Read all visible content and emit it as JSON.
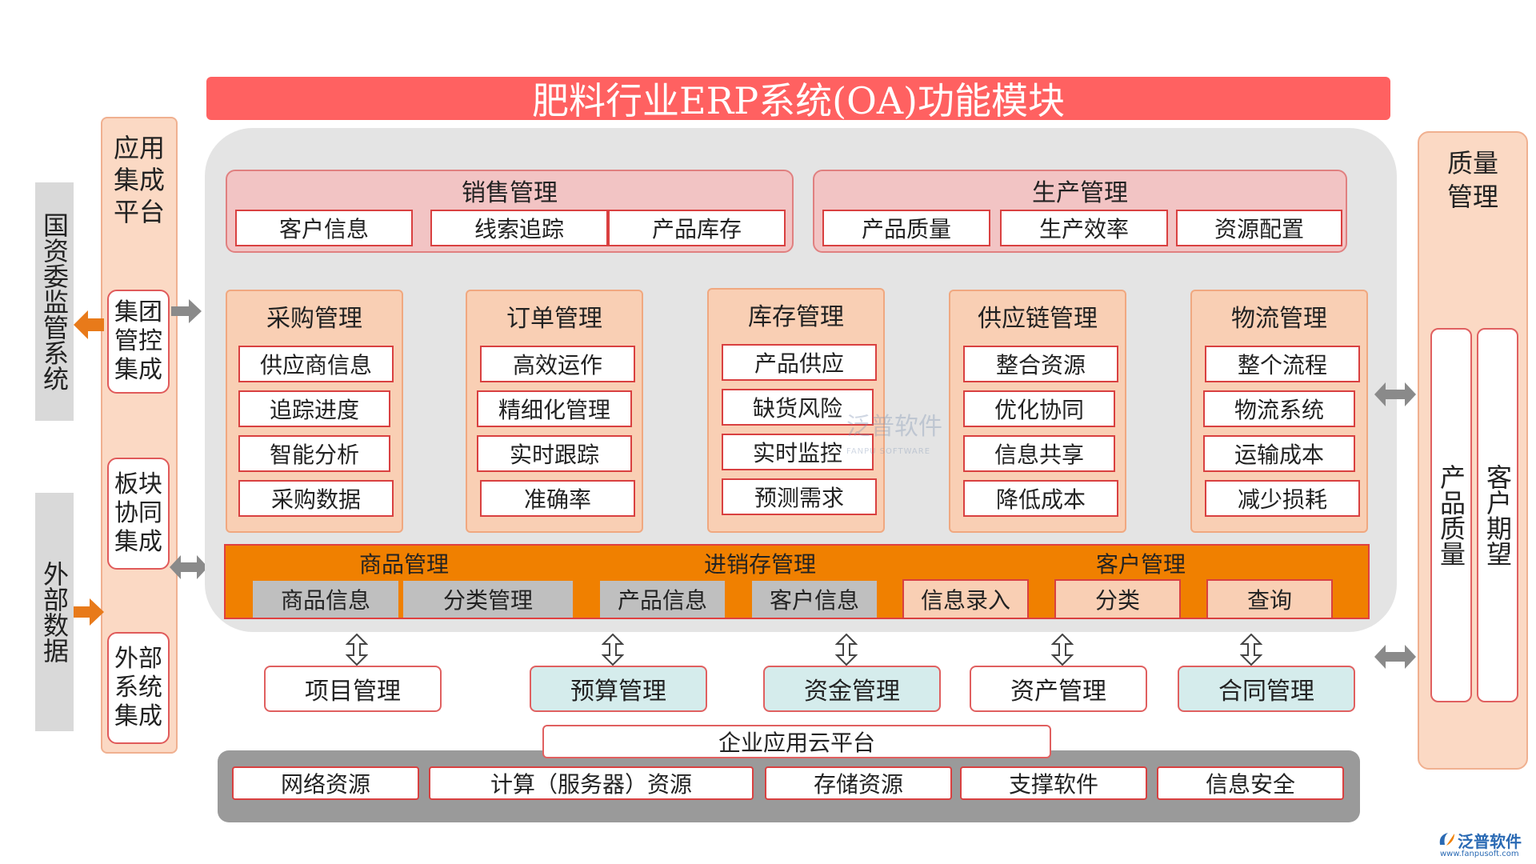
{
  "title": "肥料行业ERP系统(OA)功能模块",
  "left_outer": {
    "top": "国资委监管系统",
    "bottom": "外部数据"
  },
  "left_platform": {
    "title": "应用集成平台",
    "items": [
      "集团管控集成",
      "板块协同集成",
      "外部系统集成"
    ]
  },
  "top_groups": [
    {
      "title": "销售管理",
      "items": [
        "客户信息",
        "线索追踪",
        "产品库存"
      ]
    },
    {
      "title": "生产管理",
      "items": [
        "产品质量",
        "生产效率",
        "资源配置"
      ]
    }
  ],
  "modules": [
    {
      "title": "采购管理",
      "items": [
        "供应商信息",
        "追踪进度",
        "智能分析",
        "采购数据"
      ]
    },
    {
      "title": "订单管理",
      "items": [
        "高效运作",
        "精细化管理",
        "实时跟踪",
        "准确率"
      ]
    },
    {
      "title": "库存管理",
      "items": [
        "产品供应",
        "缺货风险",
        "实时监控",
        "预测需求"
      ]
    },
    {
      "title": "供应链管理",
      "items": [
        "整合资源",
        "优化协同",
        "信息共享",
        "降低成本"
      ]
    },
    {
      "title": "物流管理",
      "items": [
        "整个流程",
        "物流系统",
        "运输成本",
        "减少损耗"
      ]
    }
  ],
  "orange_bar": {
    "groups": [
      "商品管理",
      "进销存管理",
      "客户管理"
    ],
    "items": [
      "商品信息",
      "分类管理",
      "产品信息",
      "客户信息",
      "信息录入",
      "分类",
      "查询"
    ]
  },
  "mid_row": [
    "项目管理",
    "预算管理",
    "资金管理",
    "资产管理",
    "合同管理"
  ],
  "cloud": {
    "title": "企业应用云平台",
    "items": [
      "网络资源",
      "计算（服务器）资源",
      "存储资源",
      "支撑软件",
      "信息安全"
    ]
  },
  "right": {
    "title": "质量管理",
    "items": [
      "产品质量",
      "客户期望"
    ]
  },
  "watermark": {
    "text": "泛普软件",
    "sub": "FANPU SOFTWARE"
  },
  "logo": {
    "text": "泛普软件",
    "url": "www.fanpusoft.com"
  },
  "colors": {
    "title_bar": "#ff6161",
    "orange": "#f08000",
    "peach": "#f9cfb4",
    "gray_panel": "#e4e4e4",
    "dark_gray": "#9a9a9a"
  }
}
